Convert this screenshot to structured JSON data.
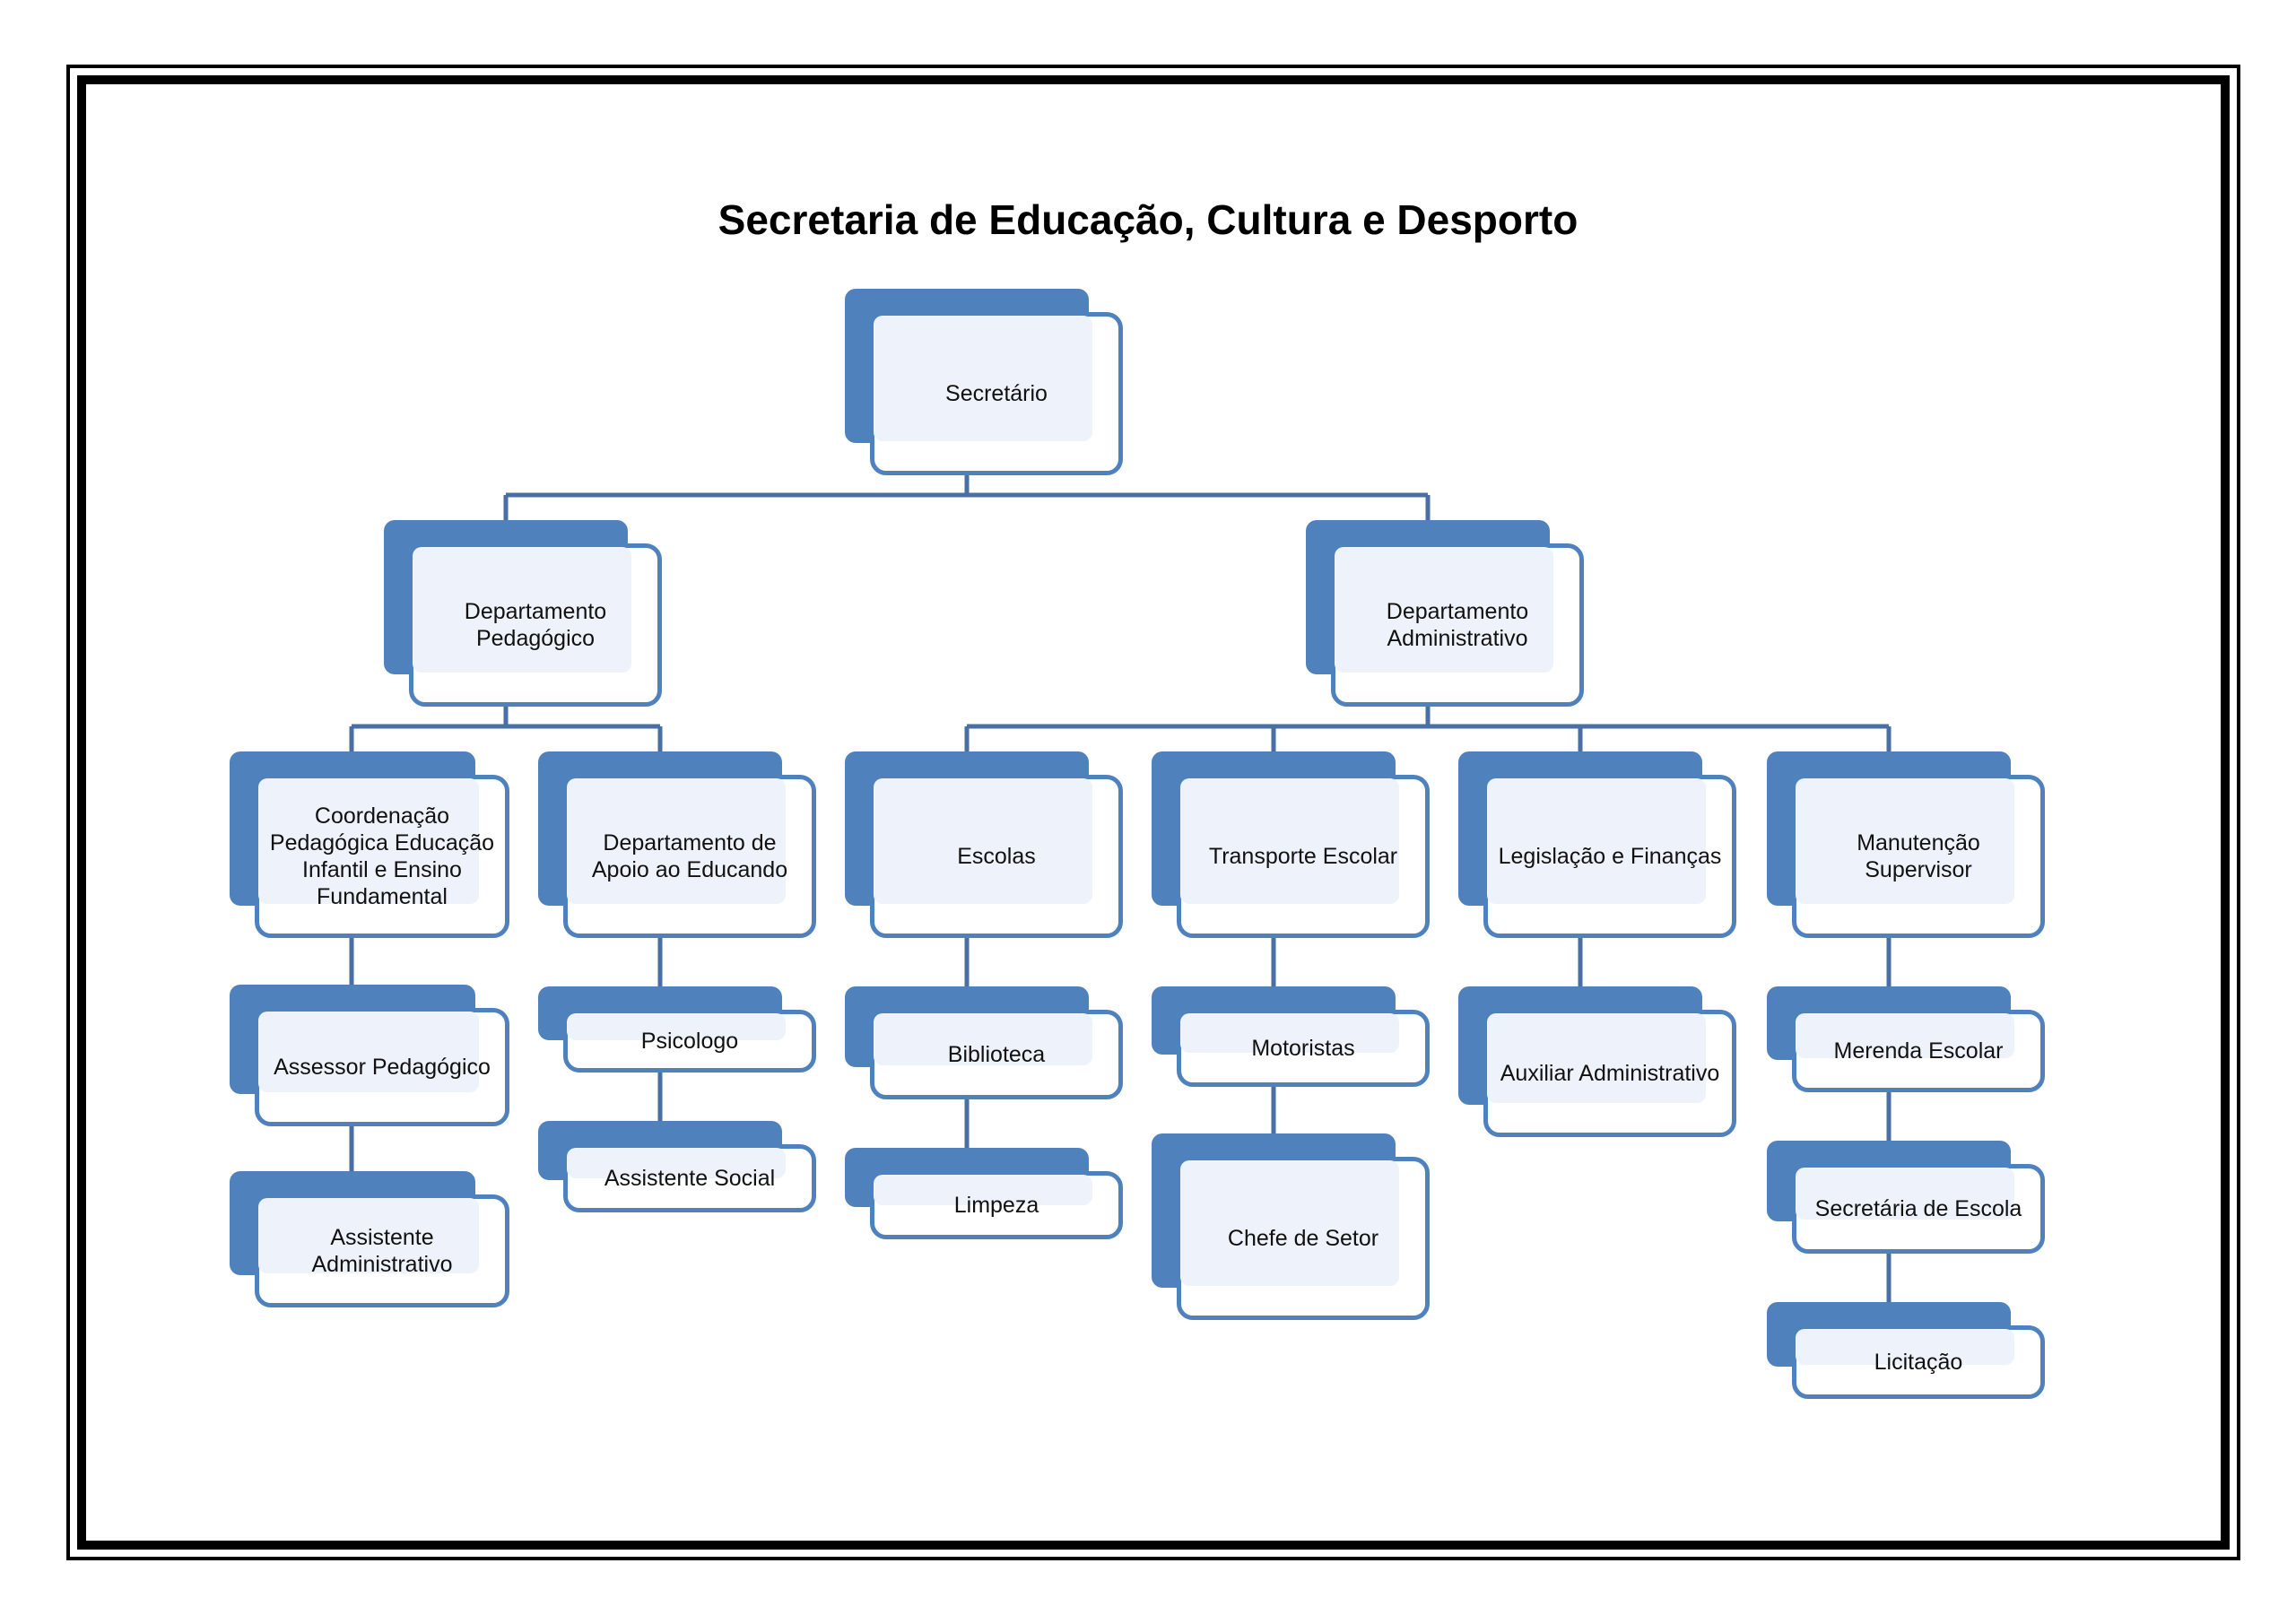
{
  "title": "Secretaria de Educação, Cultura e Desporto",
  "nodes": {
    "secretario": "Secretário",
    "dep_pedagogico": "Departamento\nPedagógico",
    "dep_administrativo": "Departamento\nAdministrativo",
    "coordenacao": "Coordenação\nPedagógica Educação\nInfantil e Ensino\nFundamental",
    "dep_apoio": "Departamento de\nApoio ao Educando",
    "escolas": "Escolas",
    "transporte": "Transporte Escolar",
    "legislacao": "Legislação  e Finanças",
    "manutencao": "Manutenção\nSupervisor",
    "assessor": "Assessor Pedagógico",
    "assistente_adm_1": "Assistente\nAdministrativo",
    "psicologo": "Psicologo",
    "assistente_social": "Assistente Social",
    "biblioteca": "Biblioteca",
    "limpeza": "Limpeza",
    "motoristas": "Motoristas",
    "chefe_setor": "Chefe de Setor",
    "auxiliar_adm": "Auxiliar Administrativo",
    "merenda": "Merenda Escolar",
    "secretaria_escola": "Secretária de Escola",
    "licitacao": "Licitação"
  },
  "colors": {
    "accent": "#4f81bd",
    "fill": "#eef2fa"
  }
}
